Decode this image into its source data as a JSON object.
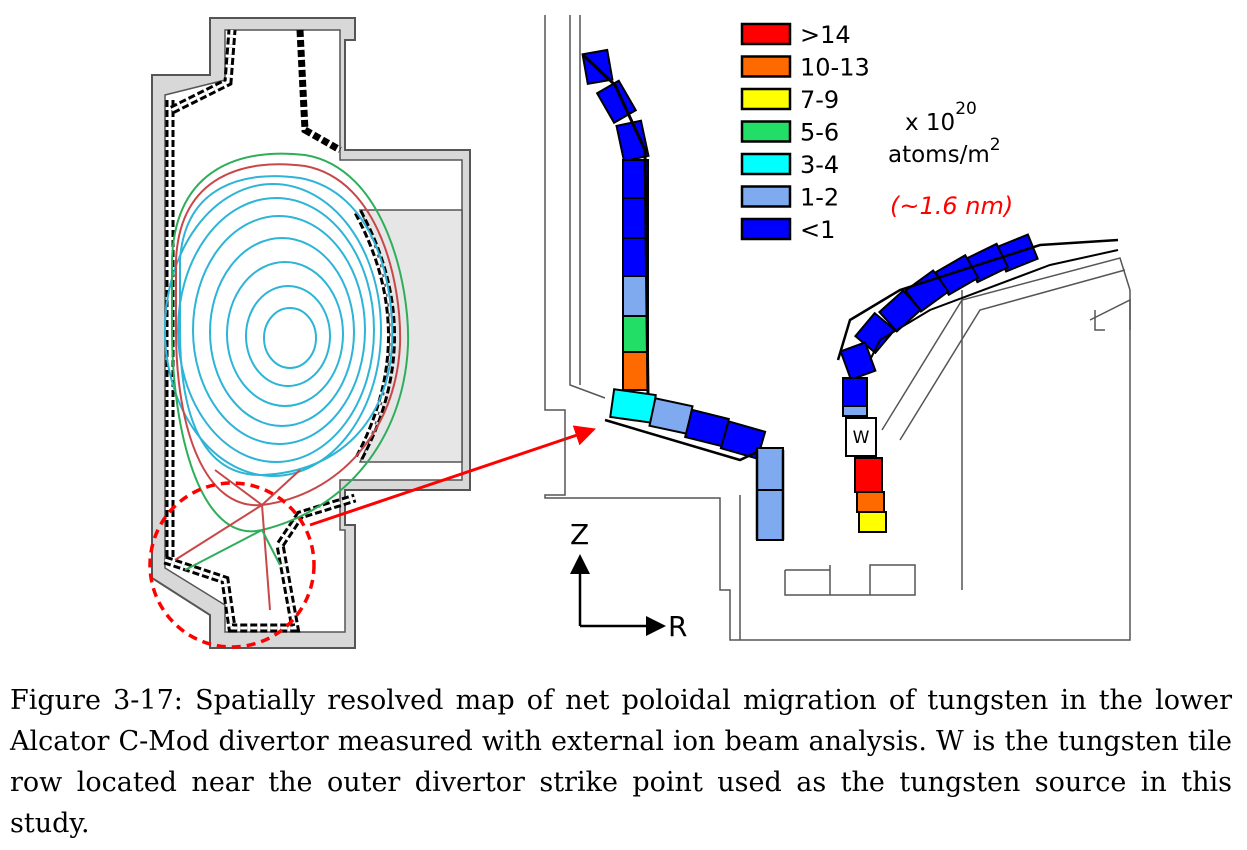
{
  "figure": {
    "legend": {
      "items": [
        {
          "label": ">14",
          "color": "#ff0000"
        },
        {
          "label": "10-13",
          "color": "#ff6a00"
        },
        {
          "label": "7-9",
          "color": "#ffff00"
        },
        {
          "label": "5-6",
          "color": "#22dd66"
        },
        {
          "label": "3-4",
          "color": "#00ffff"
        },
        {
          "label": "1-2",
          "color": "#7faaf0"
        },
        {
          "label": "<1",
          "color": "#0000ff"
        }
      ],
      "units_line1": "x 10",
      "units_exp": "20",
      "units_line2": "atoms/m",
      "units_sq": "2",
      "thickness": "(~1.6 nm)",
      "thickness_color": "#ff0000"
    },
    "tile_label_w": "W",
    "axis_z": "Z",
    "axis_r": "R",
    "colors": {
      "flux_inner": "#2db4d6",
      "flux_green": "#2fae5a",
      "separatrix": "#c8484a",
      "arrow": "#ff0000",
      "vessel_gray": "#d8d8d8"
    }
  },
  "caption": "Figure 3-17: Spatially resolved map of net poloidal migration of tungsten in the lower Alcator C-Mod divertor measured with external ion beam analysis. W is the tungsten tile row located near the outer divertor strike point used as the tungsten source in this study."
}
